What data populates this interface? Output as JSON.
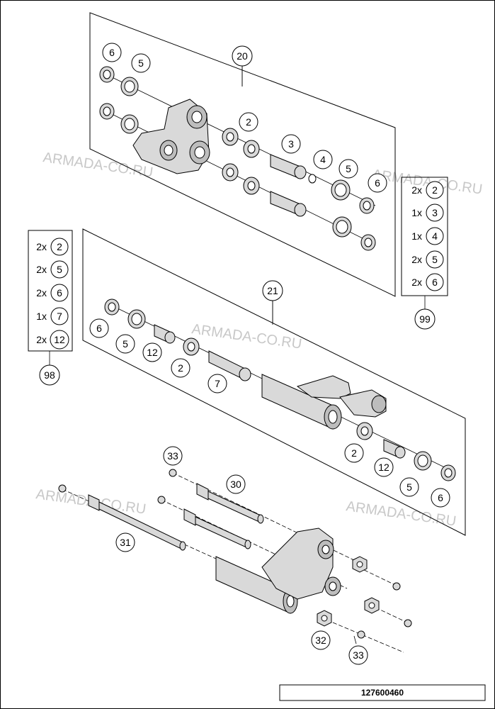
{
  "watermarks": [
    "ARMADA-CO.RU",
    "ARMADA-CO.RU",
    "ARMADA-CO.RU",
    "ARMADA-CO.RU",
    "ARMADA-CO.RU"
  ],
  "callouts": {
    "c20": "20",
    "c21": "21",
    "c98": "98",
    "c99": "99",
    "c30": "30",
    "c31": "31",
    "c32": "32",
    "c33a": "33",
    "c33b": "33",
    "top_6a": "6",
    "top_5a": "5",
    "top_2": "2",
    "top_3": "3",
    "top_4": "4",
    "top_5b": "5",
    "top_6b": "6",
    "mid_6": "6",
    "mid_5": "5",
    "mid_12": "12",
    "mid_2": "2",
    "mid_7": "7",
    "low_2": "2",
    "low_12": "12",
    "low_5": "5",
    "low_6": "6"
  },
  "kit_99": [
    {
      "qty": "2x",
      "part": "2"
    },
    {
      "qty": "1x",
      "part": "3"
    },
    {
      "qty": "1x",
      "part": "4"
    },
    {
      "qty": "2x",
      "part": "5"
    },
    {
      "qty": "2x",
      "part": "6"
    }
  ],
  "kit_98": [
    {
      "qty": "2x",
      "part": "2"
    },
    {
      "qty": "2x",
      "part": "5"
    },
    {
      "qty": "2x",
      "part": "6"
    },
    {
      "qty": "1x",
      "part": "7"
    },
    {
      "qty": "2x",
      "part": "12"
    }
  ],
  "drawing_code": "127600460"
}
